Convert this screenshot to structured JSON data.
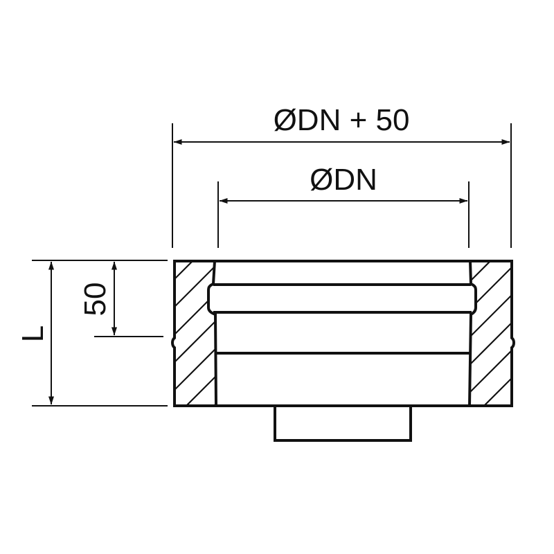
{
  "dimensions": {
    "outer_diameter": "ØDN + 50",
    "inner_diameter": "ØDN",
    "length": "L",
    "socket_depth": "50"
  },
  "colors": {
    "line": "#111111",
    "background": "#ffffff"
  }
}
